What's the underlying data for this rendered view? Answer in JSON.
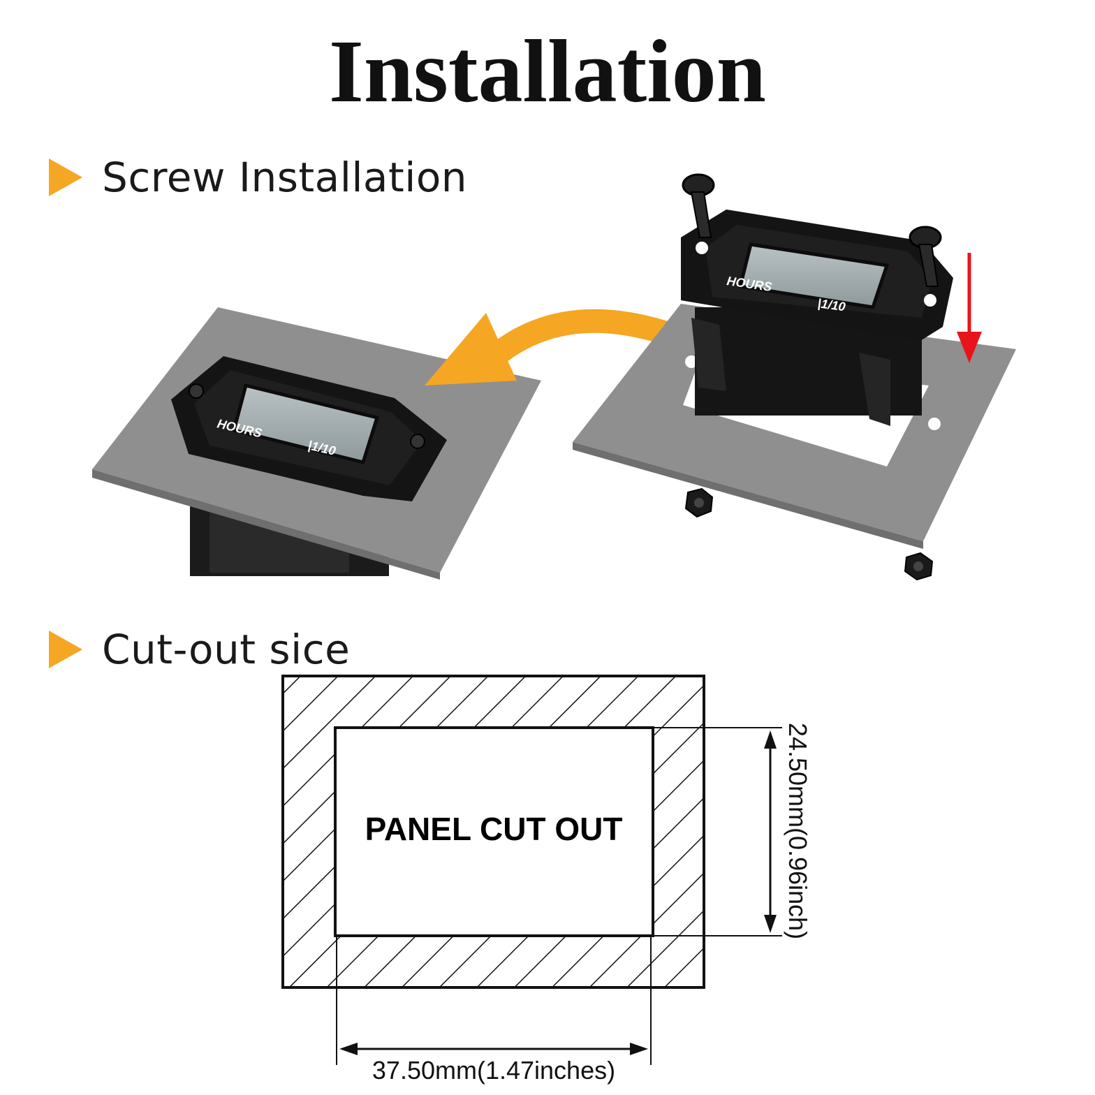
{
  "title": "Installation",
  "sections": [
    {
      "label": "Screw Installation",
      "icon": "orange-triangle-bullet-icon"
    },
    {
      "label": "Cut-out sice",
      "icon": "orange-triangle-bullet-icon"
    }
  ],
  "meter": {
    "hours_label": "HOURS",
    "tenth_label": "|1/10"
  },
  "cutout": {
    "panel_label": "PANEL CUT OUT",
    "height_label": "24.50mm(0.96inch)",
    "width_label": "37.50mm(1.47inches)"
  },
  "colors": {
    "accent": "#f5a623",
    "panel": "#8f8f8f",
    "arrow_red": "#e8141b"
  }
}
